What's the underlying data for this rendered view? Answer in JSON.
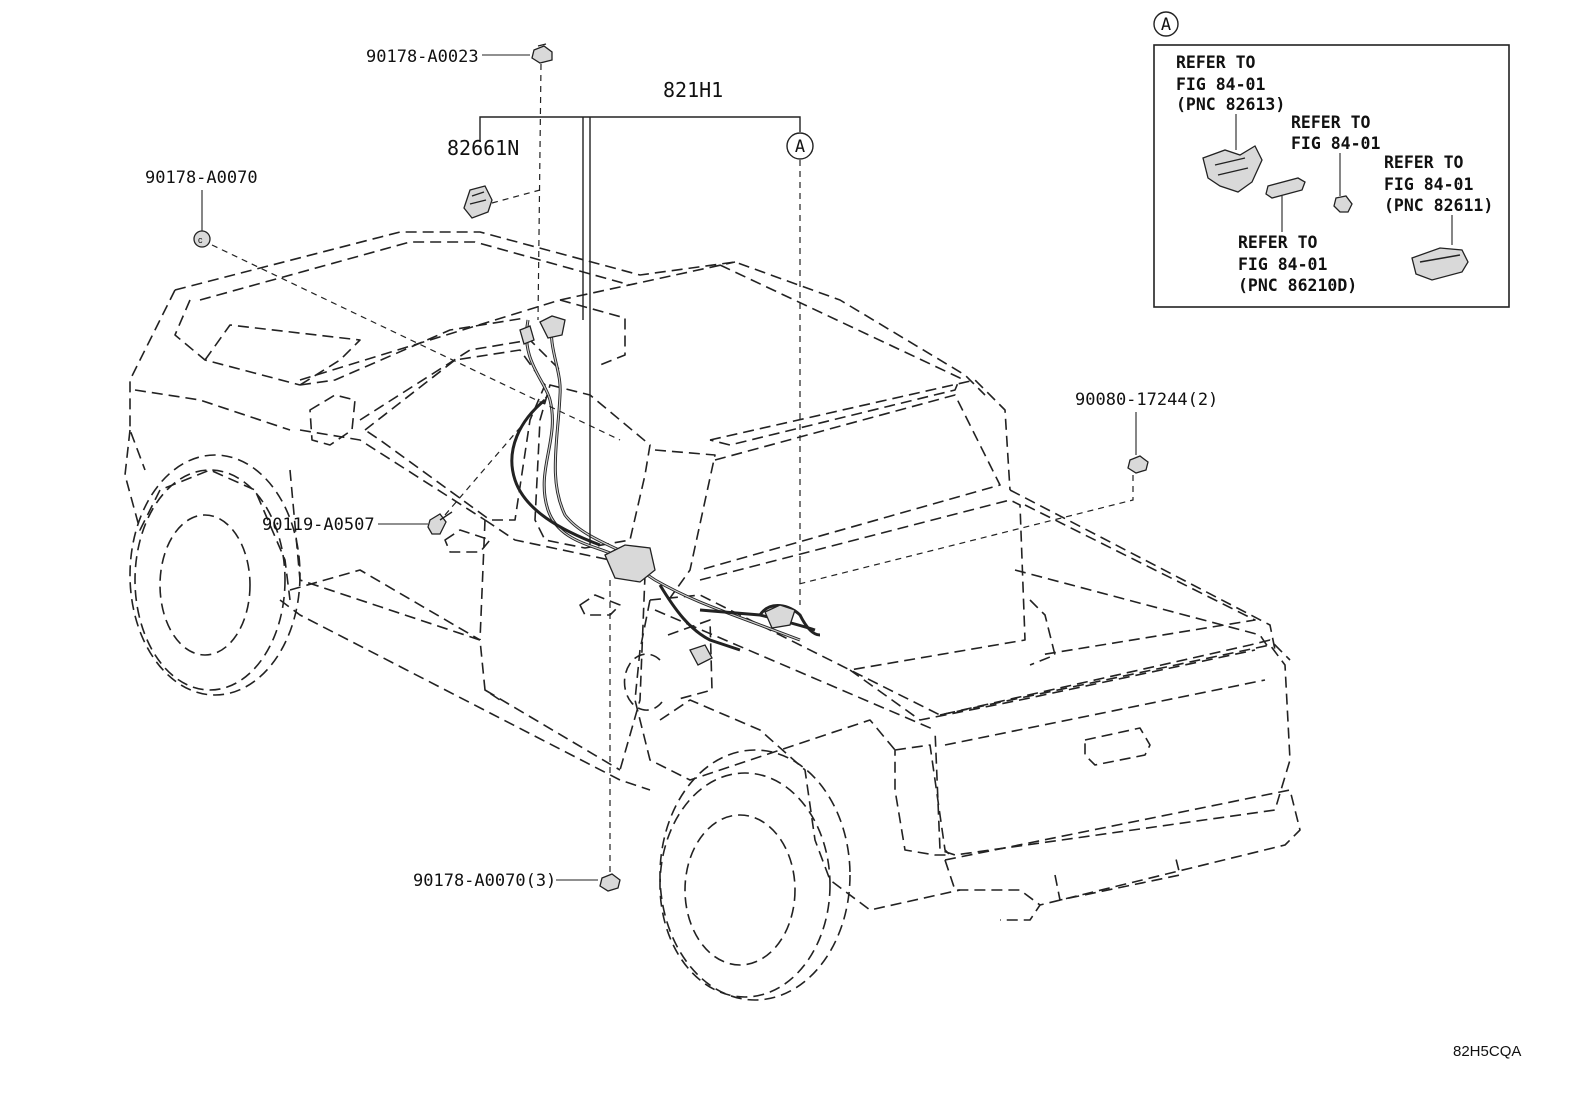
{
  "parts": {
    "p_90178_a0023": "90178-A0023",
    "p_821h1": "821H1",
    "p_82661n": "82661N",
    "p_90178_a0070": "90178-A0070",
    "p_90080_17244": "90080-17244(2)",
    "p_90119_a0507": "90119-A0507",
    "p_90178_a0070_3": "90178-A0070(3)"
  },
  "callout": "A",
  "inset": {
    "marker": "A",
    "refs": [
      {
        "l1": "REFER TO",
        "l2": "FIG 84-01",
        "l3": "(PNC 82613)"
      },
      {
        "l1": "REFER TO",
        "l2": "FIG 84-01",
        "l3": ""
      },
      {
        "l1": "REFER TO",
        "l2": "FIG 84-01",
        "l3": "(PNC 82611)"
      },
      {
        "l1": "REFER TO",
        "l2": "FIG 84-01",
        "l3": "(PNC 86210D)"
      }
    ]
  },
  "figure_code": "82H5CQA"
}
